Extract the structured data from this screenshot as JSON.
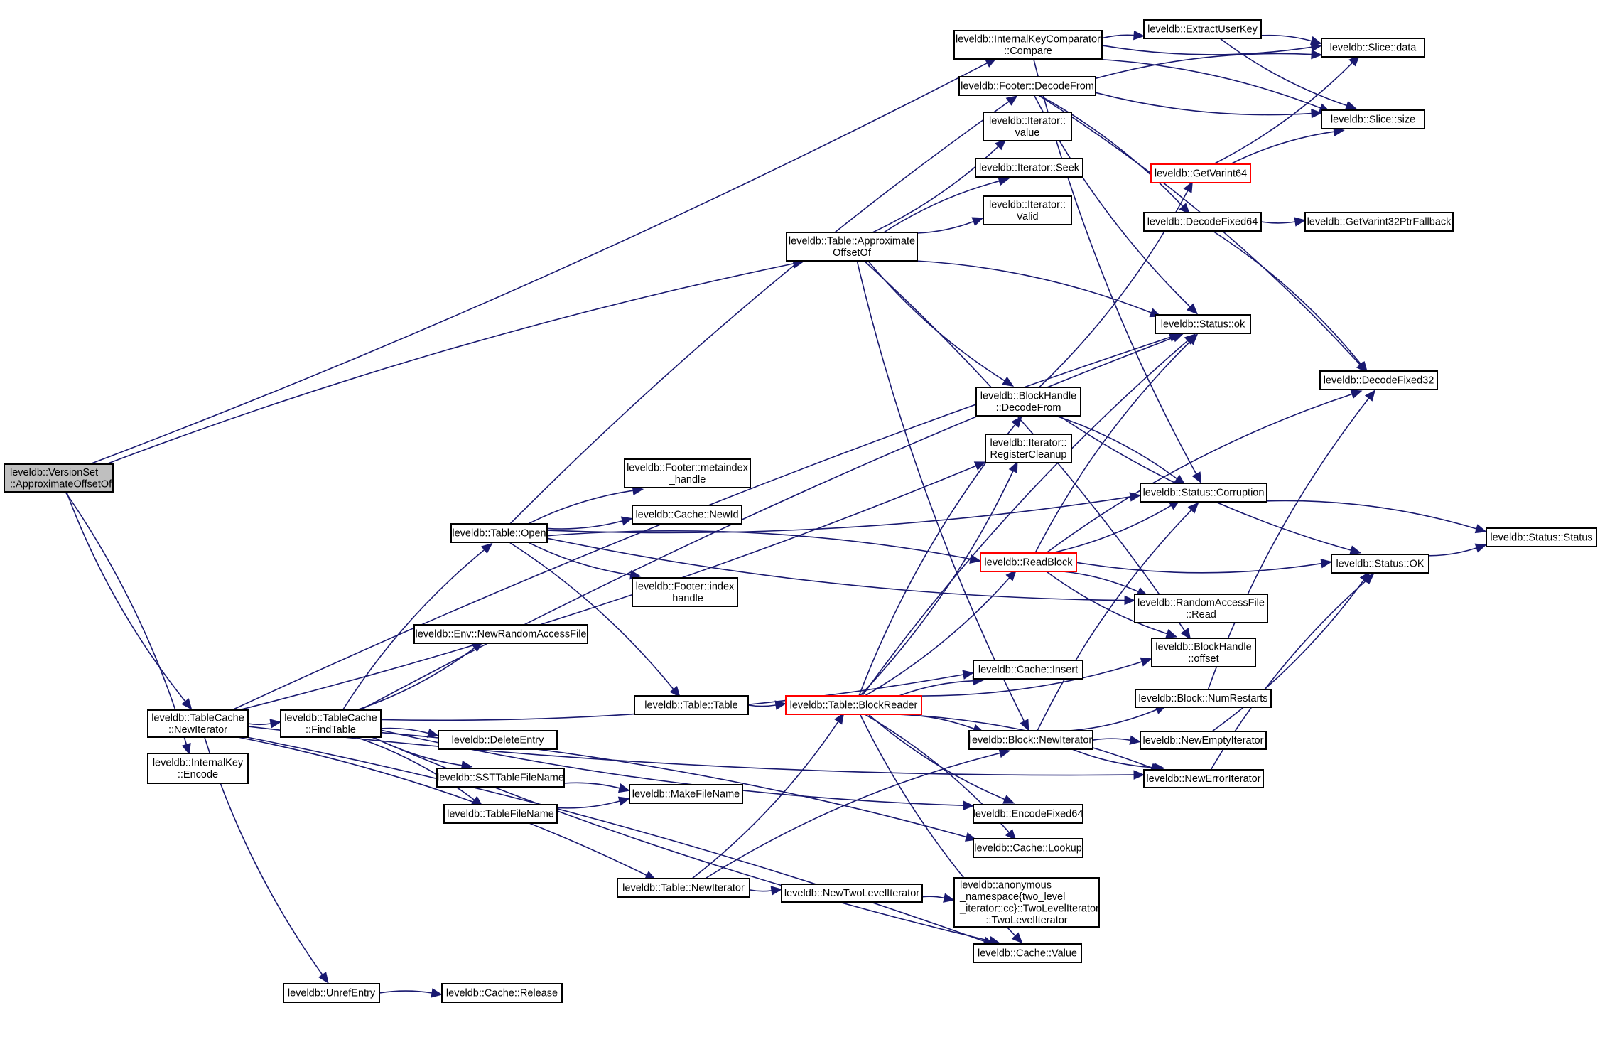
{
  "graph": {
    "title": "Call graph for leveldb::VersionSet::ApproximateOffsetOf",
    "colors": {
      "edge": "#191970",
      "node_border": "#000000",
      "root_fill": "#bfbfbf",
      "truncated_border": "#ff0000",
      "background": "#ffffff"
    },
    "nodes": [
      {
        "id": "versionset_approx",
        "lines": [
          "leveldb::VersionSet",
          "::ApproximateOffsetOf"
        ],
        "kind": "root"
      },
      {
        "id": "tablecache_newiter",
        "lines": [
          "leveldb::TableCache",
          "::NewIterator"
        ],
        "kind": "normal"
      },
      {
        "id": "internalkey_encode",
        "lines": [
          "leveldb::InternalKey",
          "::Encode"
        ],
        "kind": "normal"
      },
      {
        "id": "tablecache_findtable",
        "lines": [
          "leveldb::TableCache",
          "::FindTable"
        ],
        "kind": "normal"
      },
      {
        "id": "table_open",
        "lines": [
          "leveldb::Table::Open"
        ],
        "kind": "normal"
      },
      {
        "id": "env_newraf",
        "lines": [
          "leveldb::Env::NewRandomAccessFile"
        ],
        "kind": "normal"
      },
      {
        "id": "deleteentry",
        "lines": [
          "leveldb::DeleteEntry"
        ],
        "kind": "normal"
      },
      {
        "id": "ssttablefilename",
        "lines": [
          "leveldb::SSTTableFileName"
        ],
        "kind": "normal"
      },
      {
        "id": "tablefilename",
        "lines": [
          "leveldb::TableFileName"
        ],
        "kind": "normal"
      },
      {
        "id": "makefilename",
        "lines": [
          "leveldb::MakeFileName"
        ],
        "kind": "normal"
      },
      {
        "id": "unrefentry",
        "lines": [
          "leveldb::UnrefEntry"
        ],
        "kind": "normal"
      },
      {
        "id": "cache_release",
        "lines": [
          "leveldb::Cache::Release"
        ],
        "kind": "normal"
      },
      {
        "id": "table_newiter",
        "lines": [
          "leveldb::Table::NewIterator"
        ],
        "kind": "normal"
      },
      {
        "id": "newtwolevel",
        "lines": [
          "leveldb::NewTwoLevelIterator"
        ],
        "kind": "normal"
      },
      {
        "id": "twoleveliter",
        "lines": [
          "leveldb::anonymous",
          "_namespace{two_level",
          "_iterator::cc}::TwoLevelIterator",
          "::TwoLevelIterator"
        ],
        "kind": "normal"
      },
      {
        "id": "cache_value",
        "lines": [
          "leveldb::Cache::Value"
        ],
        "kind": "normal"
      },
      {
        "id": "table_table",
        "lines": [
          "leveldb::Table::Table"
        ],
        "kind": "normal"
      },
      {
        "id": "table_blockreader",
        "lines": [
          "leveldb::Table::BlockReader"
        ],
        "kind": "truncated"
      },
      {
        "id": "cache_insert",
        "lines": [
          "leveldb::Cache::Insert"
        ],
        "kind": "normal"
      },
      {
        "id": "block_newiter",
        "lines": [
          "leveldb::Block::NewIterator"
        ],
        "kind": "normal"
      },
      {
        "id": "encodefixed64",
        "lines": [
          "leveldb::EncodeFixed64"
        ],
        "kind": "normal"
      },
      {
        "id": "cache_lookup",
        "lines": [
          "leveldb::Cache::Lookup"
        ],
        "kind": "normal"
      },
      {
        "id": "footer_metaindex",
        "lines": [
          "leveldb::Footer::metaindex",
          "_handle"
        ],
        "kind": "normal"
      },
      {
        "id": "cache_newid",
        "lines": [
          "leveldb::Cache::NewId"
        ],
        "kind": "normal"
      },
      {
        "id": "footer_index",
        "lines": [
          "leveldb::Footer::index",
          "_handle"
        ],
        "kind": "normal"
      },
      {
        "id": "table_approx",
        "lines": [
          "leveldb::Table::Approximate",
          "OffsetOf"
        ],
        "kind": "normal"
      },
      {
        "id": "ikc_compare",
        "lines": [
          "leveldb::InternalKeyComparator",
          "::Compare"
        ],
        "kind": "normal"
      },
      {
        "id": "footer_decodefrom",
        "lines": [
          "leveldb::Footer::DecodeFrom"
        ],
        "kind": "normal"
      },
      {
        "id": "iter_value",
        "lines": [
          "leveldb::Iterator::",
          "value"
        ],
        "kind": "normal"
      },
      {
        "id": "iter_seek",
        "lines": [
          "leveldb::Iterator::Seek"
        ],
        "kind": "normal"
      },
      {
        "id": "iter_valid",
        "lines": [
          "leveldb::Iterator::",
          "Valid"
        ],
        "kind": "normal"
      },
      {
        "id": "extractuserkey",
        "lines": [
          "leveldb::ExtractUserKey"
        ],
        "kind": "normal"
      },
      {
        "id": "slice_data",
        "lines": [
          "leveldb::Slice::data"
        ],
        "kind": "normal"
      },
      {
        "id": "slice_size",
        "lines": [
          "leveldb::Slice::size"
        ],
        "kind": "normal"
      },
      {
        "id": "getvarint64",
        "lines": [
          "leveldb::GetVarint64"
        ],
        "kind": "truncated"
      },
      {
        "id": "decodefixed64",
        "lines": [
          "leveldb::DecodeFixed64"
        ],
        "kind": "normal"
      },
      {
        "id": "getvarint32ptrfallback",
        "lines": [
          "leveldb::GetVarint32PtrFallback"
        ],
        "kind": "normal"
      },
      {
        "id": "status_ok_lower",
        "lines": [
          "leveldb::Status::ok"
        ],
        "kind": "normal"
      },
      {
        "id": "decodefixed32",
        "lines": [
          "leveldb::DecodeFixed32"
        ],
        "kind": "normal"
      },
      {
        "id": "blockhandle_decodefrom",
        "lines": [
          "leveldb::BlockHandle",
          "::DecodeFrom"
        ],
        "kind": "normal"
      },
      {
        "id": "iter_registercleanup",
        "lines": [
          "leveldb::Iterator::",
          "RegisterCleanup"
        ],
        "kind": "normal"
      },
      {
        "id": "status_corruption",
        "lines": [
          "leveldb::Status::Corruption"
        ],
        "kind": "normal"
      },
      {
        "id": "status_status",
        "lines": [
          "leveldb::Status::Status"
        ],
        "kind": "normal"
      },
      {
        "id": "readblock",
        "lines": [
          "leveldb::ReadBlock"
        ],
        "kind": "truncated"
      },
      {
        "id": "status_OK",
        "lines": [
          "leveldb::Status::OK"
        ],
        "kind": "normal"
      },
      {
        "id": "raf_read",
        "lines": [
          "leveldb::RandomAccessFile",
          "::Read"
        ],
        "kind": "normal"
      },
      {
        "id": "blockhandle_offset",
        "lines": [
          "leveldb::BlockHandle",
          "::offset"
        ],
        "kind": "normal"
      },
      {
        "id": "block_numrestarts",
        "lines": [
          "leveldb::Block::NumRestarts"
        ],
        "kind": "normal"
      },
      {
        "id": "newemptyiter",
        "lines": [
          "leveldb::NewEmptyIterator"
        ],
        "kind": "normal"
      },
      {
        "id": "newerroriter",
        "lines": [
          "leveldb::NewErrorIterator"
        ],
        "kind": "normal"
      }
    ],
    "edges": [
      [
        "versionset_approx",
        "ikc_compare"
      ],
      [
        "versionset_approx",
        "table_approx"
      ],
      [
        "versionset_approx",
        "tablecache_newiter"
      ],
      [
        "versionset_approx",
        "internalkey_encode"
      ],
      [
        "tablecache_newiter",
        "tablecache_findtable"
      ],
      [
        "tablecache_newiter",
        "status_ok_lower"
      ],
      [
        "tablecache_newiter",
        "iter_registercleanup"
      ],
      [
        "tablecache_newiter",
        "table_newiter"
      ],
      [
        "tablecache_newiter",
        "unrefentry"
      ],
      [
        "tablecache_newiter",
        "cache_value"
      ],
      [
        "tablecache_newiter",
        "newerroriter"
      ],
      [
        "tablecache_findtable",
        "table_open"
      ],
      [
        "tablecache_findtable",
        "env_newraf"
      ],
      [
        "tablecache_findtable",
        "status_ok_lower"
      ],
      [
        "tablecache_findtable",
        "cache_insert"
      ],
      [
        "tablecache_findtable",
        "deleteentry"
      ],
      [
        "tablecache_findtable",
        "ssttablefilename"
      ],
      [
        "tablecache_findtable",
        "tablefilename"
      ],
      [
        "tablecache_findtable",
        "encodefixed64"
      ],
      [
        "tablecache_findtable",
        "cache_lookup"
      ],
      [
        "tablecache_findtable",
        "cache_value"
      ],
      [
        "table_open",
        "footer_decodefrom"
      ],
      [
        "table_open",
        "status_corruption"
      ],
      [
        "table_open",
        "footer_metaindex"
      ],
      [
        "table_open",
        "cache_newid"
      ],
      [
        "table_open",
        "readblock"
      ],
      [
        "table_open",
        "footer_index"
      ],
      [
        "table_open",
        "table_table"
      ],
      [
        "table_open",
        "raf_read"
      ],
      [
        "ssttablefilename",
        "makefilename"
      ],
      [
        "tablefilename",
        "makefilename"
      ],
      [
        "unrefentry",
        "cache_release"
      ],
      [
        "table_newiter",
        "table_blockreader"
      ],
      [
        "table_newiter",
        "block_newiter"
      ],
      [
        "table_newiter",
        "newtwolevel"
      ],
      [
        "newtwolevel",
        "twoleveliter"
      ],
      [
        "table_table",
        "table_blockreader"
      ],
      [
        "table_blockreader",
        "blockhandle_decodefrom"
      ],
      [
        "table_blockreader",
        "iter_registercleanup"
      ],
      [
        "table_blockreader",
        "status_ok_lower"
      ],
      [
        "table_blockreader",
        "readblock"
      ],
      [
        "table_blockreader",
        "cache_insert"
      ],
      [
        "table_blockreader",
        "blockhandle_offset"
      ],
      [
        "table_blockreader",
        "block_newiter"
      ],
      [
        "table_blockreader",
        "encodefixed64"
      ],
      [
        "table_blockreader",
        "cache_lookup"
      ],
      [
        "table_blockreader",
        "cache_value"
      ],
      [
        "table_blockreader",
        "newerroriter"
      ],
      [
        "table_approx",
        "iter_value"
      ],
      [
        "table_approx",
        "iter_seek"
      ],
      [
        "table_approx",
        "iter_valid"
      ],
      [
        "table_approx",
        "status_ok_lower"
      ],
      [
        "table_approx",
        "blockhandle_decodefrom"
      ],
      [
        "table_approx",
        "blockhandle_offset"
      ],
      [
        "table_approx",
        "block_newiter"
      ],
      [
        "ikc_compare",
        "extractuserkey"
      ],
      [
        "ikc_compare",
        "slice_data"
      ],
      [
        "ikc_compare",
        "slice_size"
      ],
      [
        "ikc_compare",
        "status_corruption"
      ],
      [
        "extractuserkey",
        "slice_data"
      ],
      [
        "extractuserkey",
        "slice_size"
      ],
      [
        "footer_decodefrom",
        "slice_data"
      ],
      [
        "footer_decodefrom",
        "slice_size"
      ],
      [
        "footer_decodefrom",
        "decodefixed64"
      ],
      [
        "footer_decodefrom",
        "status_ok_lower"
      ],
      [
        "footer_decodefrom",
        "decodefixed32"
      ],
      [
        "getvarint64",
        "slice_data"
      ],
      [
        "getvarint64",
        "slice_size"
      ],
      [
        "decodefixed64",
        "getvarint32ptrfallback"
      ],
      [
        "decodefixed64",
        "decodefixed32"
      ],
      [
        "blockhandle_decodefrom",
        "getvarint64"
      ],
      [
        "blockhandle_decodefrom",
        "status_corruption"
      ],
      [
        "blockhandle_decodefrom",
        "status_OK"
      ],
      [
        "status_corruption",
        "status_status"
      ],
      [
        "status_OK",
        "status_status"
      ],
      [
        "readblock",
        "status_ok_lower"
      ],
      [
        "readblock",
        "status_corruption"
      ],
      [
        "readblock",
        "decodefixed32"
      ],
      [
        "readblock",
        "status_OK"
      ],
      [
        "readblock",
        "raf_read"
      ],
      [
        "readblock",
        "blockhandle_offset"
      ],
      [
        "block_newiter",
        "status_corruption"
      ],
      [
        "block_newiter",
        "block_numrestarts"
      ],
      [
        "block_newiter",
        "newemptyiter"
      ],
      [
        "block_newiter",
        "newerroriter"
      ],
      [
        "block_numrestarts",
        "decodefixed32"
      ],
      [
        "newemptyiter",
        "status_OK"
      ],
      [
        "newerroriter",
        "status_OK"
      ]
    ]
  }
}
